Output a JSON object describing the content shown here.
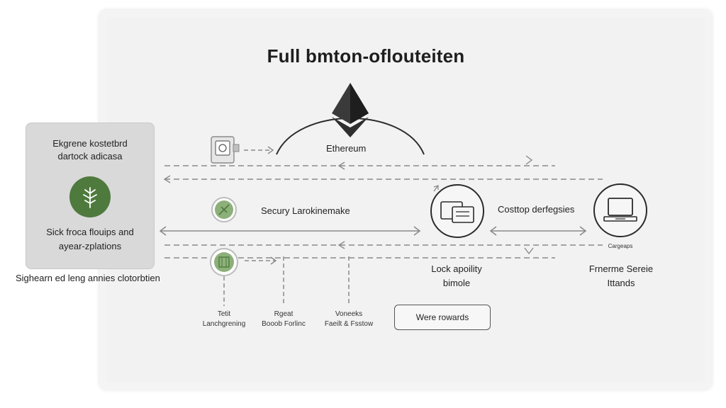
{
  "title": "Full bmton-oflouteiten",
  "center_node": {
    "label": "Ethereum"
  },
  "left_panel": {
    "heading_line1": "Ekgrene kostetbrd",
    "heading_line2": "dartock adicasa",
    "footer_line1": "Sick froca flouips and",
    "footer_line2": "ayear-zplations"
  },
  "left_caption": "Sighearn ed leng annies clotorbtien",
  "security_label": "Secury Larokinemake",
  "lock_label_line1": "Lock apoility",
  "lock_label_line2": "bimole",
  "right_top_label": "Costtop derfegsies",
  "laptop_small_label": "Cargeaps",
  "right_bottom_line1": "Frnerme Sereie",
  "right_bottom_line2": "Ittands",
  "bottom_labels": [
    {
      "line1": "Tetit",
      "line2": "Lanchgrening"
    },
    {
      "line1": "Rgeat",
      "line2": "Booob Forlinc"
    },
    {
      "line1": "Voneeks",
      "line2": "Faeilt & Fsstow"
    }
  ],
  "rewards_button": "Were rowards",
  "colors": {
    "accent_green": "#4f7a3e",
    "accent_green_light": "#8db07a",
    "line_gray": "#8a8a8a",
    "dark": "#2b2b2b"
  },
  "icons": [
    "ethereum-icon",
    "cert-icon",
    "plant-icon",
    "security-icon",
    "chip-icon",
    "lock-module-icon",
    "laptop-icon"
  ]
}
